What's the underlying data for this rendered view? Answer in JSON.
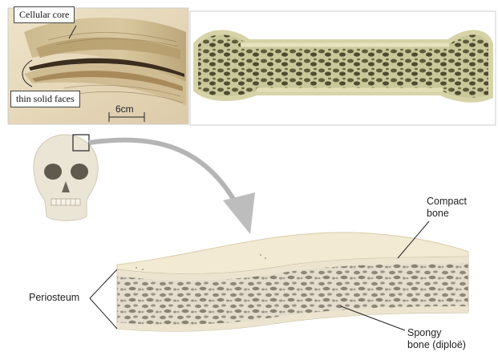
{
  "photo_beak": {
    "label_top": "Cellular core",
    "label_bottom": "thin solid faces",
    "scale_text": "6cm"
  },
  "diagram": {
    "label_compact_line1": "Compact",
    "label_compact_line2": "bone",
    "label_periosteum": "Periosteum",
    "label_spongy_line1": "Spongy",
    "label_spongy_line2": "bone (diploë)"
  },
  "colors": {
    "beak_bg": "#e9dcc2",
    "beak_horn": "#d8c9a4",
    "bone_cross_section": "#c9c698",
    "skull": "#ece6d6",
    "arrow": "#b9b9b9",
    "compact_bone_top": "#f4ecd8",
    "spongy_bone": "#d7d0c0"
  }
}
